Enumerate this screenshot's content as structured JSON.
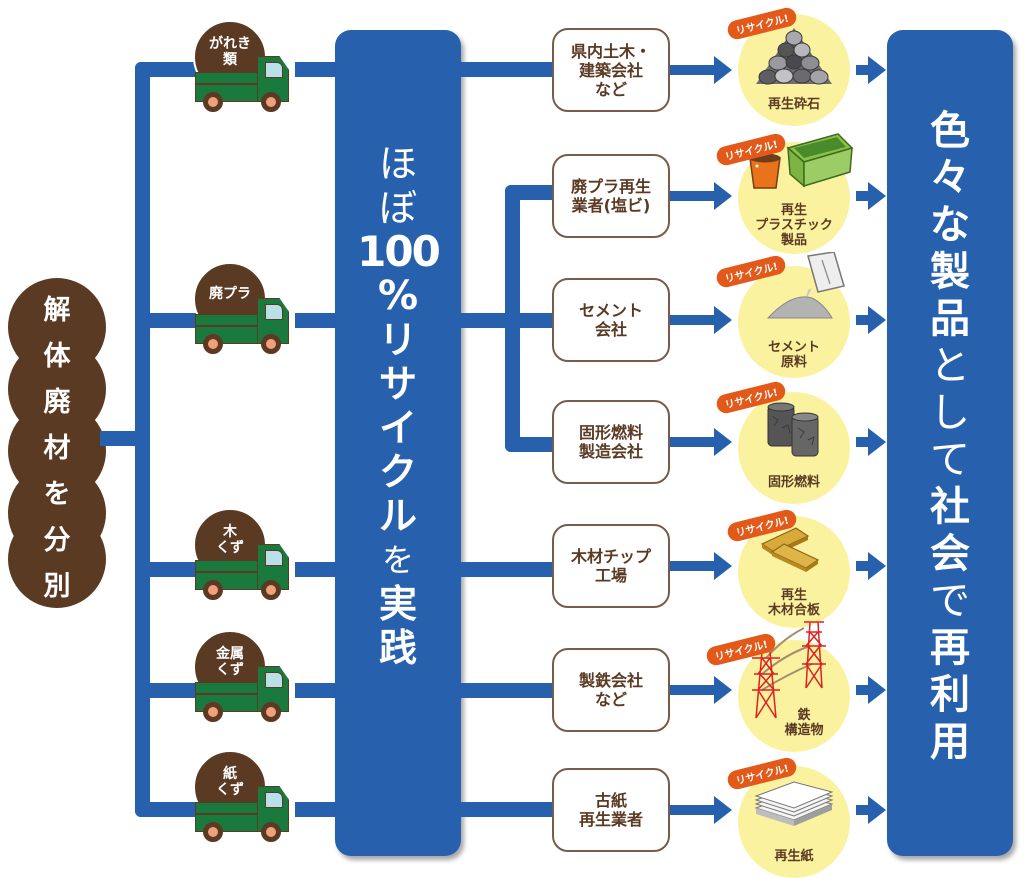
{
  "colors": {
    "flow_blue": "#2761ad",
    "brown": "#5b3a24",
    "truck_green": "#1a7a3e",
    "product_yellow": "#fbf2a0",
    "badge_orange": "#e2591a",
    "box_border": "#7a5a48"
  },
  "source": {
    "label_chars": [
      "解",
      "体",
      "廃",
      "材",
      "を",
      "分",
      "別"
    ],
    "label": "解体廃材を分別"
  },
  "waste_types": [
    {
      "icon": "truck-icon",
      "lines": [
        "がれき",
        "類"
      ]
    },
    {
      "icon": "truck-icon",
      "lines": [
        "廃プラ"
      ]
    },
    {
      "icon": "truck-icon",
      "lines": [
        "木",
        "くず"
      ]
    },
    {
      "icon": "truck-icon",
      "lines": [
        "金属",
        "くず"
      ]
    },
    {
      "icon": "truck-icon",
      "lines": [
        "紙",
        "くず"
      ]
    }
  ],
  "center_panel": {
    "chars": [
      "ほ",
      "ぼ",
      "100",
      "%",
      "リ",
      "サ",
      "イ",
      "ク",
      "ル",
      "を",
      "実",
      "践"
    ],
    "label": "ほぼ100%リサイクルを実践"
  },
  "recyclers": [
    {
      "lines": [
        "県内土木・",
        "建築会社",
        "など"
      ]
    },
    {
      "lines": [
        "廃プラ再生",
        "業者(塩ビ)"
      ]
    },
    {
      "lines": [
        "セメント",
        "会社"
      ]
    },
    {
      "lines": [
        "固形燃料",
        "製造会社"
      ]
    },
    {
      "lines": [
        "木材チップ",
        "工場"
      ]
    },
    {
      "lines": [
        "製鉄会社",
        "など"
      ]
    },
    {
      "lines": [
        "古紙",
        "再生業者"
      ]
    }
  ],
  "products": [
    {
      "badge": "リサイクル!",
      "icon": "gravel-pile-icon",
      "lines": [
        "再生砕石"
      ]
    },
    {
      "badge": "リサイクル!",
      "icon": "plastic-container-icon",
      "lines": [
        "再生",
        "プラスチック",
        "製品"
      ]
    },
    {
      "badge": "リサイクル!",
      "icon": "cement-bag-icon",
      "lines": [
        "セメント",
        "原料"
      ]
    },
    {
      "badge": "リサイクル!",
      "icon": "solid-fuel-icon",
      "lines": [
        "固形燃料"
      ]
    },
    {
      "badge": "リサイクル!",
      "icon": "plywood-icon",
      "lines": [
        "再生",
        "木材合板"
      ]
    },
    {
      "badge": "リサイクル!",
      "icon": "steel-tower-icon",
      "lines": [
        "鉄",
        "構造物"
      ]
    },
    {
      "badge": "リサイクル!",
      "icon": "paper-stack-icon",
      "lines": [
        "再生紙"
      ]
    }
  ],
  "right_panel": {
    "chars": [
      "色",
      "々",
      "な",
      "製",
      "品",
      "と",
      "し",
      "て",
      "社",
      "会",
      "で",
      "再",
      "利",
      "用"
    ],
    "label": "色々な製品として社会で再利用"
  }
}
